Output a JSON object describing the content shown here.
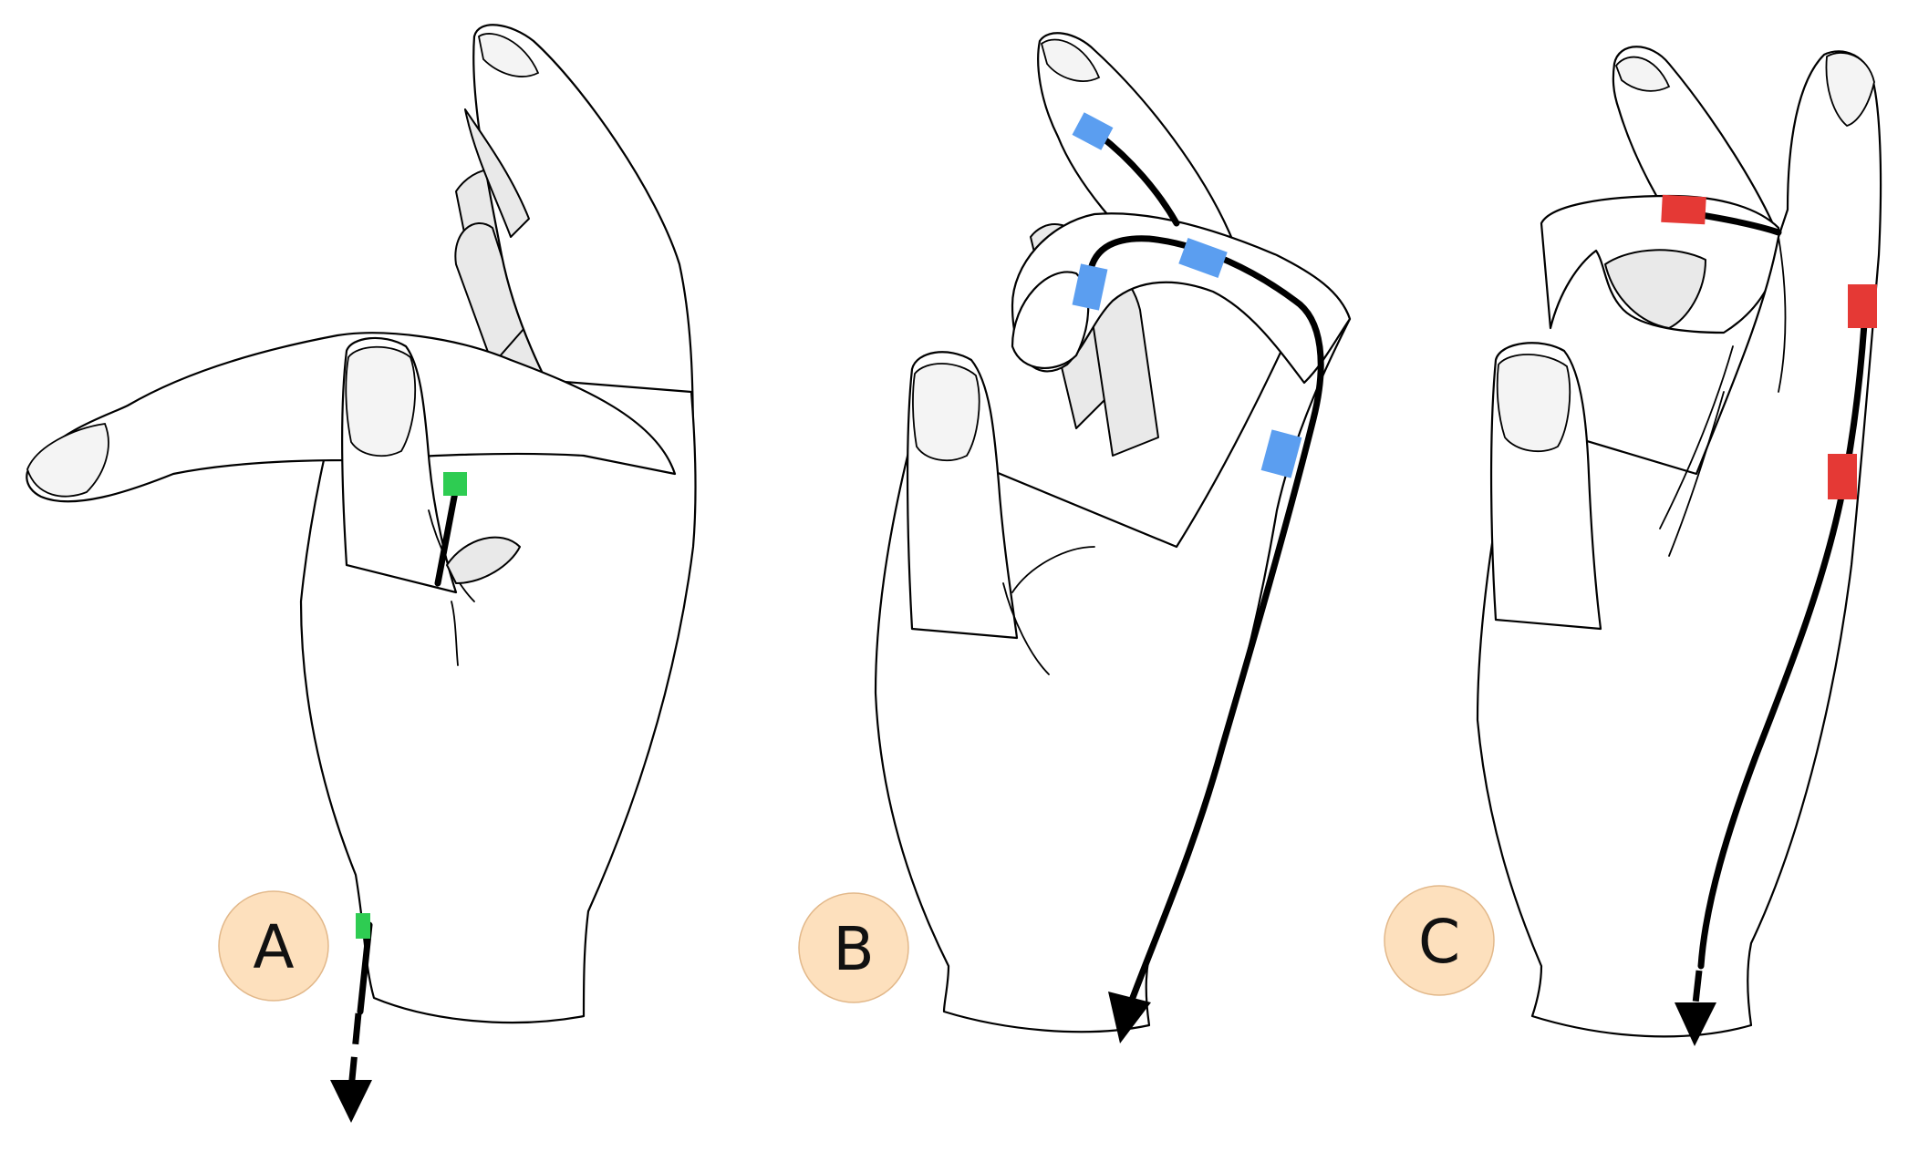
{
  "panels": [
    {
      "id": "A",
      "label": "A",
      "marker_color": "#2ecc52"
    },
    {
      "id": "B",
      "label": "B",
      "marker_color": "#5b9ef0"
    },
    {
      "id": "C",
      "label": "C",
      "marker_color": "#e53935"
    }
  ],
  "colors": {
    "badge_fill": "#fde0bd",
    "tendon": "#000000",
    "hand_fill": "#ffffff"
  }
}
